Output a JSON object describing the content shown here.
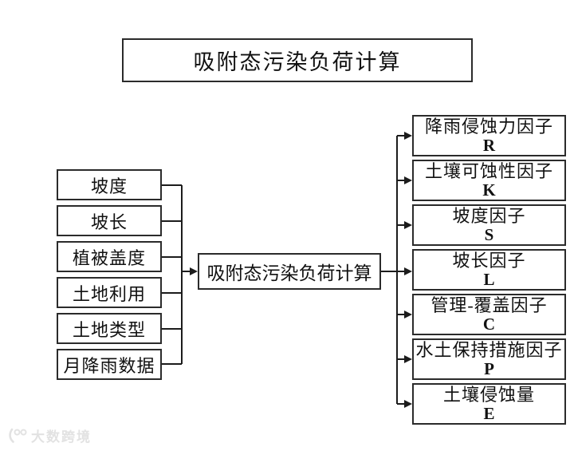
{
  "title_box": {
    "label": "吸附态污染负荷计算"
  },
  "center_box": {
    "label": "吸附态污染负荷计算"
  },
  "inputs": [
    {
      "label": "坡度"
    },
    {
      "label": "坡长"
    },
    {
      "label": "植被盖度"
    },
    {
      "label": "土地利用"
    },
    {
      "label": "土地类型"
    },
    {
      "label": "月降雨数据"
    }
  ],
  "factors": [
    {
      "label": "降雨侵蚀力因子",
      "symbol": "R"
    },
    {
      "label": "土壤可蚀性因子",
      "symbol": "K"
    },
    {
      "label": "坡度因子",
      "symbol": "S"
    },
    {
      "label": "坡长因子",
      "symbol": "L"
    },
    {
      "label": "管理-覆盖因子",
      "symbol": "C"
    },
    {
      "label": "水土保持措施因子",
      "symbol": "P"
    },
    {
      "label": "土壤侵蚀量",
      "symbol": "E"
    }
  ],
  "watermark": {
    "text": "大数跨境"
  },
  "colors": {
    "background": "#ffffff",
    "box_border": "#2b2b2b",
    "line": "#1c1c1c",
    "text": "#111111",
    "watermark": "#e2e2e2"
  }
}
